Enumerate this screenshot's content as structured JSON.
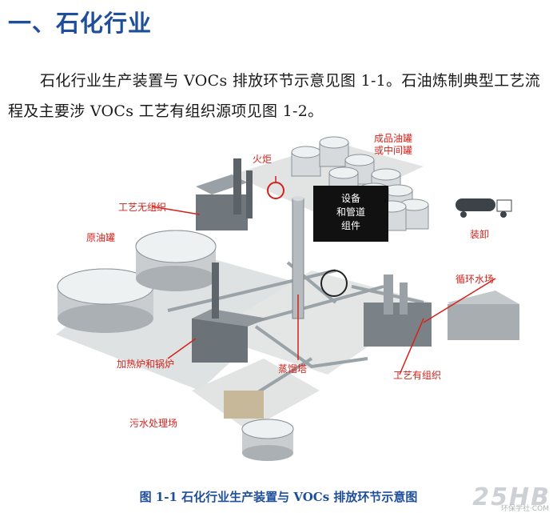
{
  "heading": "一、石化行业",
  "paragraph": "石化行业生产装置与 VOCs 排放环节示意见图 1-1。石油炼制典型工艺流程及主要涉 VOCs 工艺有组织源项见图 1-2。",
  "figure": {
    "labels": {
      "flare": "火炬",
      "product_tanks_line1": "成品油罐",
      "product_tanks_line2": "或中间罐",
      "fugitive": "工艺无组织",
      "crude_tanks": "原油罐",
      "loading": "装卸",
      "cooling": "循环水场",
      "heater": "加热炉和锅炉",
      "distillation": "蒸馏塔",
      "point_source": "工艺有组织",
      "wastewater": "污水处理场"
    },
    "callout": {
      "line1": "设备",
      "line2": "和管道",
      "line3": "组件"
    },
    "colors": {
      "label_red": "#d4221b",
      "heading_blue": "#1f4e9a"
    }
  },
  "caption": "图 1-1    石化行业生产装置与 VOCs 排放环节示意图",
  "watermark": {
    "logo": "25HB",
    "sub": "环保学社·COM"
  }
}
